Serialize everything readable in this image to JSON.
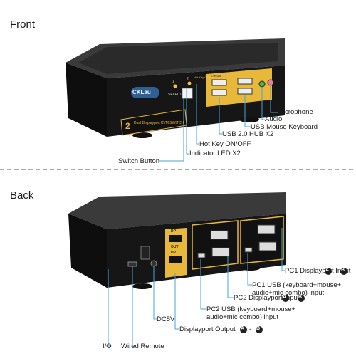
{
  "sections": {
    "front": "Front",
    "back": "Back"
  },
  "device": {
    "brand_logo": "CKLau",
    "front_panel": {
      "select_label": "SELECT",
      "port_numbers": [
        "1",
        "2"
      ],
      "hotkey_label": "Hot Key ON/OFF",
      "usb_hub_label": "2.0HUB",
      "model_badge": "2",
      "model_text": "Dual Displayport KVM SWITCH"
    },
    "back_panel": {
      "dp_in_labels": [
        "DP",
        "DP"
      ],
      "dp_out_label": "OUT"
    }
  },
  "callouts_front": {
    "microphone": "Microphone",
    "audio": "Audio",
    "usb_mouse_keyboard": "USB Mouse Keyboard",
    "usb_hub": "USB 2.0 HUB X2",
    "hotkey": "Hot Key ON/OFF",
    "indicator_led": "Indicator LED X2",
    "switch_button": "Switch Button"
  },
  "callouts_back": {
    "pc1_dp": "PC1 Displayport Input",
    "pc1_usb_line1": "PC1 USB (keyboard+mouse+",
    "pc1_usb_line2": "audio+mic combo) input",
    "pc2_dp": "PC2 Displayport Input",
    "pc2_usb_line1": "PC2 USB (keyboard+mouse+",
    "pc2_usb_line2": "audio+mic combo) input",
    "dp_output": "Displayport Output",
    "dc5v": "DC5V",
    "io": "I/O",
    "wired_remote": "Wired Remote",
    "badge_a": "A",
    "badge_b": "B",
    "badge_dash": "-"
  },
  "colors": {
    "device_body": "#1c1c1c",
    "panel_gold": "#e8b83a",
    "leader": "#4aa3d8"
  }
}
